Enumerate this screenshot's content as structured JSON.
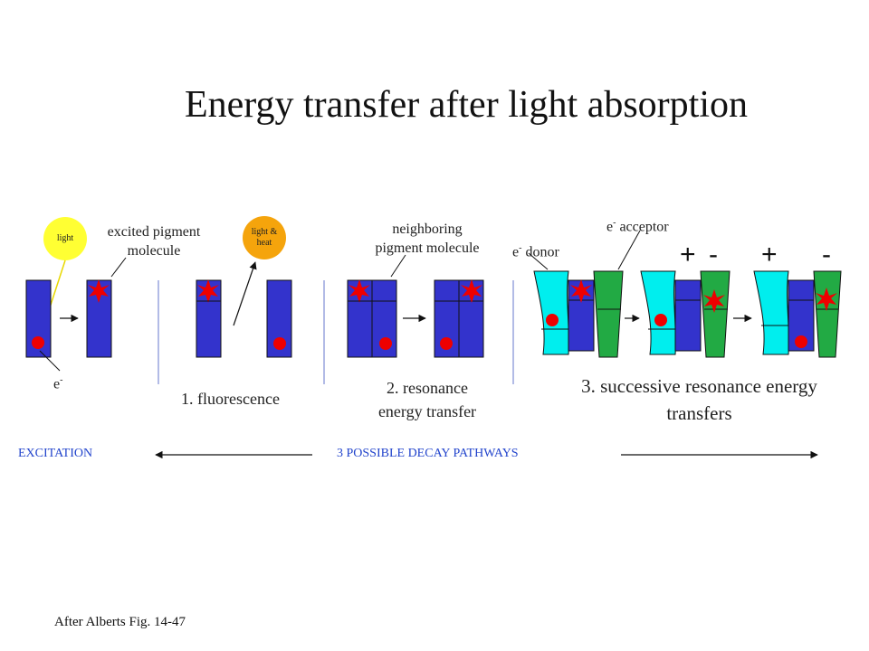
{
  "title": "Energy transfer after light absorption",
  "labels": {
    "light": "light",
    "light_heat_1": "light &",
    "light_heat_2": "heat",
    "excited_1": "excited pigment",
    "excited_2": "molecule",
    "neighboring_1": "neighboring",
    "neighboring_2": "pigment molecule",
    "acceptor": "acceptor",
    "donor": "donor",
    "electron": "e",
    "minus_sup": "-",
    "fluorescence": "1. fluorescence",
    "resonance_1": "2. resonance",
    "resonance_2": "energy transfer",
    "successive_1": "3. successive resonance energy",
    "successive_2": "transfers",
    "plus": "+",
    "minus": "-"
  },
  "footer": {
    "excitation": "EXCITATION",
    "pathways": "3 POSSIBLE DECAY PATHWAYS",
    "credit": "After Alberts Fig. 14-47"
  },
  "colors": {
    "pigment": "#3333cc",
    "donor": "#00eeee",
    "acceptor": "#22aa44",
    "electron": "#ee0000",
    "light": "#ffff33",
    "heat": "#f5a40c",
    "text_caps": "#2244cc"
  }
}
